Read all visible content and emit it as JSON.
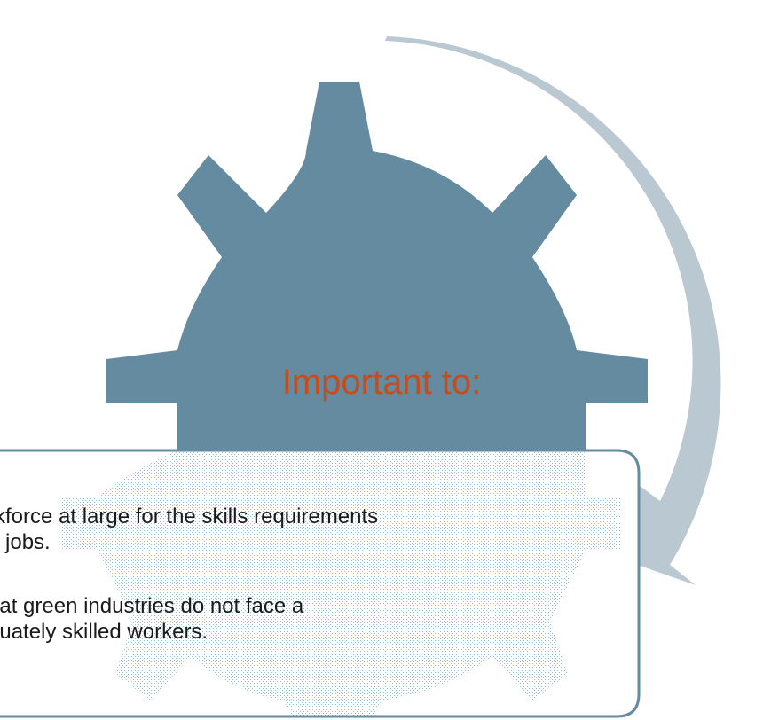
{
  "gear": {
    "title": "Important to:",
    "title_color": "#c84b1c",
    "fill_color": "#648ba0"
  },
  "arrow": {
    "icon": "curved-arrow-icon",
    "color": "#b9c8d1"
  },
  "text_box": {
    "border_color": "#648ba0",
    "bullets": [
      {
        "line1": "rkforce at large for the skills requirements",
        "line2": "n jobs."
      },
      {
        "line1": "hat green industries do not face a",
        "line2": "quately skilled workers."
      }
    ]
  }
}
